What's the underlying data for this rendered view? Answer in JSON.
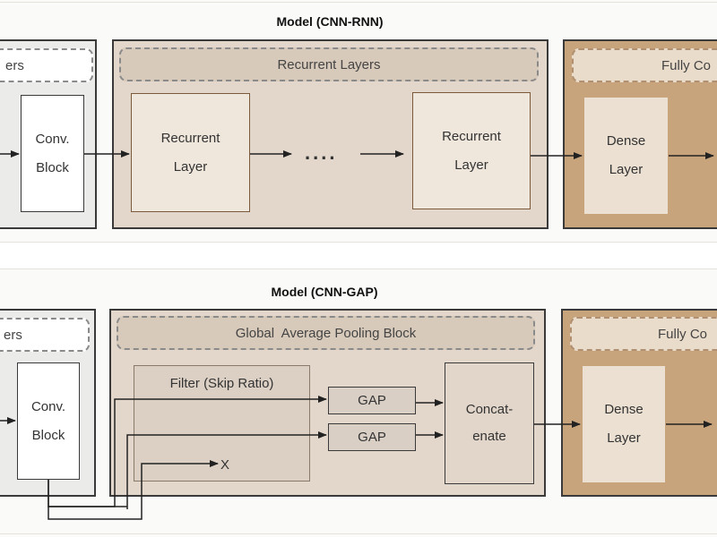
{
  "rnn_model": {
    "title": "Model (CNN-RNN)",
    "conv_section_label_fragment": "ers",
    "conv_block": {
      "line1": "Conv.",
      "line2": "Block"
    },
    "recurrent_section_label": "Recurrent Layers",
    "recurrent_layer_1": {
      "line1": "Recurrent",
      "line2": "Layer"
    },
    "ellipsis": "....",
    "recurrent_layer_2": {
      "line1": "Recurrent",
      "line2": "Layer"
    },
    "fc_section_label_fragment": "Fully Co",
    "dense_layer": {
      "line1": "Dense",
      "line2": "Layer"
    }
  },
  "gap_model": {
    "title": "Model (CNN-GAP)",
    "conv_section_label_fragment": "ers",
    "conv_block": {
      "line1": "Conv.",
      "line2": "Block"
    },
    "gap_section_label": "Global  Average Pooling Block",
    "filter_label": "Filter (Skip Ratio)",
    "gap_1": "GAP",
    "gap_2": "GAP",
    "drop_marker": "X",
    "concatenate": {
      "line1": "Concat-",
      "line2": "enate"
    },
    "fc_section_label_fragment": "Fully Co",
    "dense_layer": {
      "line1": "Dense",
      "line2": "Layer"
    }
  },
  "colors": {
    "conv_section": "#ebebea",
    "middle_section": "#e3d7cb",
    "fc_section": "#c8a47c",
    "border": "#3a3a3a"
  }
}
